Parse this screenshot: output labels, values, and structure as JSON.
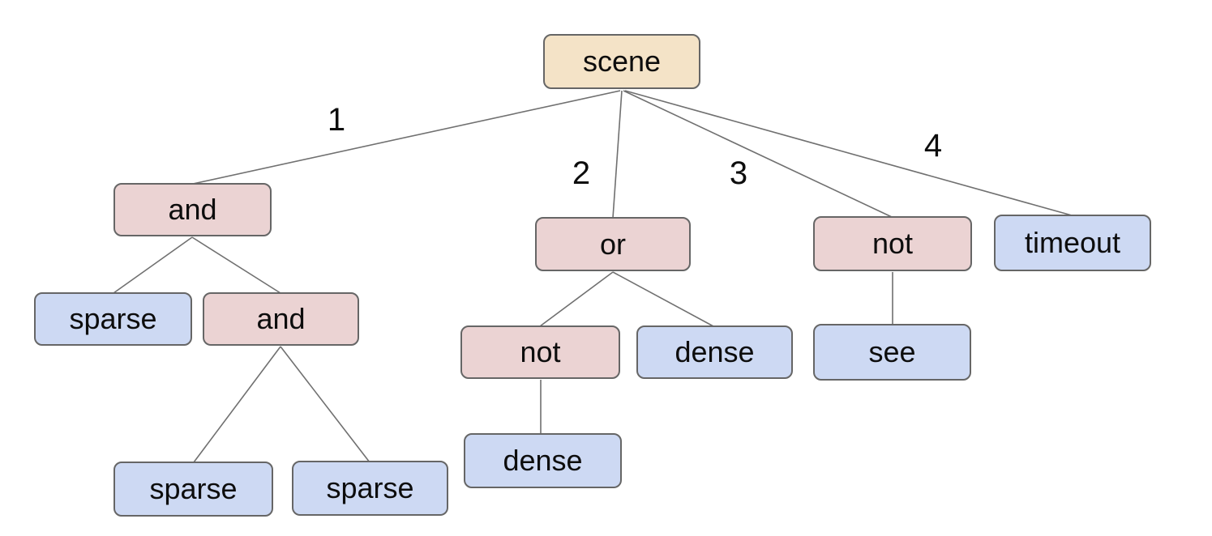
{
  "colors": {
    "background": "#ffffff",
    "root_fill": "#f4e3c7",
    "operator_fill": "#ebd3d3",
    "leaf_fill": "#cdd9f3",
    "node_border": "#666666",
    "edge_line": "#707070",
    "text": "#0d0d0d"
  },
  "nodes": {
    "scene": {
      "label": "scene",
      "type": "root"
    },
    "and1": {
      "label": "and",
      "type": "operator"
    },
    "or": {
      "label": "or",
      "type": "operator"
    },
    "not1": {
      "label": "not",
      "type": "operator"
    },
    "timeout": {
      "label": "timeout",
      "type": "leaf"
    },
    "sparse1": {
      "label": "sparse",
      "type": "leaf"
    },
    "and2": {
      "label": "and",
      "type": "operator"
    },
    "not2": {
      "label": "not",
      "type": "operator"
    },
    "dense1": {
      "label": "dense",
      "type": "leaf"
    },
    "see": {
      "label": "see",
      "type": "leaf"
    },
    "dense2": {
      "label": "dense",
      "type": "leaf"
    },
    "sparse2": {
      "label": "sparse",
      "type": "leaf"
    },
    "sparse3": {
      "label": "sparse",
      "type": "leaf"
    }
  },
  "edge_labels": {
    "e1": "1",
    "e2": "2",
    "e3": "3",
    "e4": "4"
  },
  "structure": {
    "root": "scene",
    "edges": [
      {
        "from": "scene",
        "to": "and1",
        "label": "1"
      },
      {
        "from": "scene",
        "to": "or",
        "label": "2"
      },
      {
        "from": "scene",
        "to": "not1",
        "label": "3"
      },
      {
        "from": "scene",
        "to": "timeout",
        "label": "4"
      },
      {
        "from": "and1",
        "to": "sparse1",
        "label": ""
      },
      {
        "from": "and1",
        "to": "and2",
        "label": ""
      },
      {
        "from": "and2",
        "to": "sparse2",
        "label": ""
      },
      {
        "from": "and2",
        "to": "sparse3",
        "label": ""
      },
      {
        "from": "or",
        "to": "not2",
        "label": ""
      },
      {
        "from": "or",
        "to": "dense1",
        "label": ""
      },
      {
        "from": "not2",
        "to": "dense2",
        "label": ""
      },
      {
        "from": "not1",
        "to": "see",
        "label": ""
      }
    ]
  }
}
